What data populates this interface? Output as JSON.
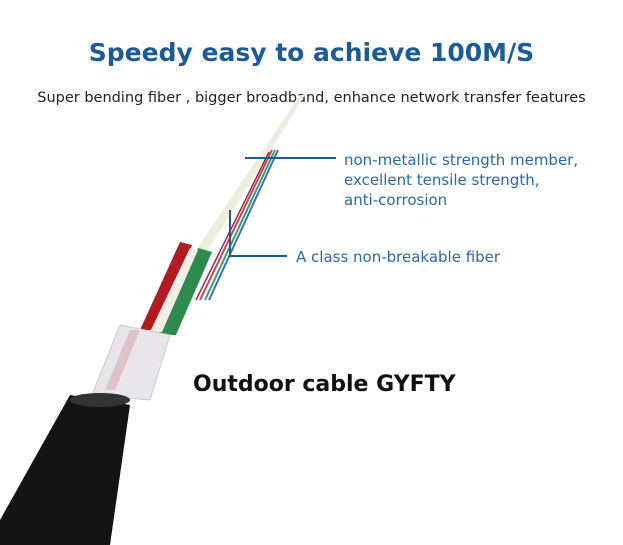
{
  "header": {
    "title": "Speedy easy to achieve 100M/S",
    "subtitle": "Super bending fiber , bigger broadband, enhance network transfer features"
  },
  "callouts": {
    "strength_member": [
      "non-metallic strength member,",
      "excellent tensile strength,",
      "anti-corrosion"
    ],
    "fiber": "A class non-breakable fiber"
  },
  "product_name": "Outdoor cable GYFTY",
  "colors": {
    "title": "#1b5b97",
    "callout": "#2a69a6",
    "jacket": "#111111"
  }
}
